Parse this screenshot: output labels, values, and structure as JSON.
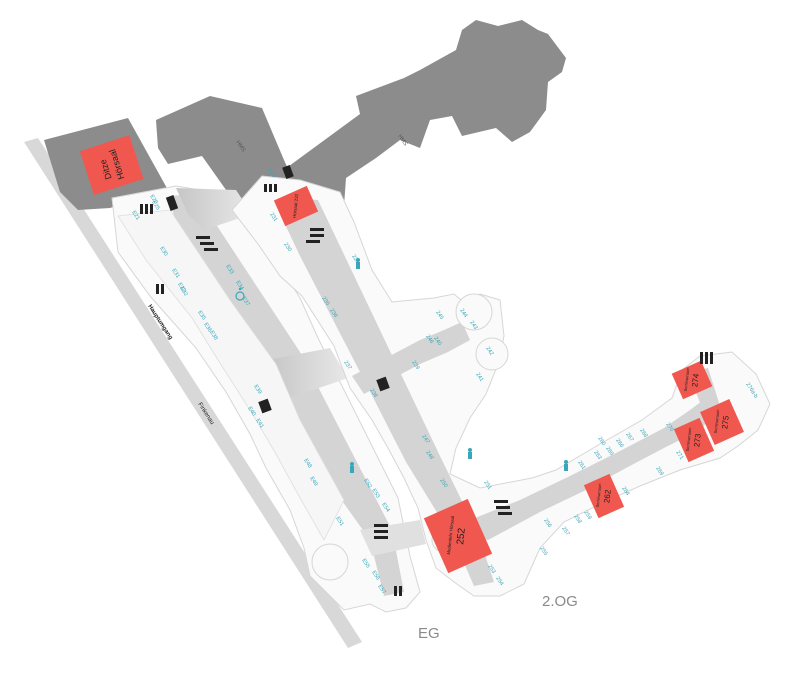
{
  "floor_labels": {
    "ground": "EG",
    "second": "2.OG"
  },
  "streets": {
    "main_walkway": "Hauptumgang",
    "finkenau": "Finkenau"
  },
  "buildings": {
    "hms_west": "HMS",
    "hms_east": "HMS"
  },
  "lecture_halls": {
    "ditze": "Ditze\nHörsaal",
    "h232_label": "Hörsaal 232",
    "h252_label": "Medienlehr Hörsaal",
    "h252_num": "252",
    "h262_label": "Seminarraum",
    "h262_num": "262",
    "h273_label": "Seminarraum",
    "h273_num": "273",
    "h274_label": "Seminarraum",
    "h274_num": "274",
    "h275_label": "Seminarraum",
    "h275_num": "275"
  },
  "rooms": {
    "e20": "E20",
    "e21": "E21",
    "e22": "E22",
    "e25": "E25",
    "e30": "E30",
    "e31": "E31",
    "e32": "E32",
    "e33": "E33",
    "e34": "E34",
    "e35": "E35",
    "e36": "E36",
    "e37": "E37",
    "e38": "E38",
    "e39": "E39",
    "e40": "E40",
    "e41": "E41",
    "e48": "E48",
    "e49": "E49",
    "e51": "E51",
    "e52": "E52",
    "e53": "E53",
    "e54": "E54",
    "e55": "E55",
    "e56": "E56",
    "e57": "E57",
    "r220": "220",
    "r221": "221",
    "r230": "230",
    "r231": "231",
    "r235": "235",
    "r236": "236",
    "r237": "237",
    "r238": "238",
    "r239": "239",
    "r240": "240",
    "r241": "241",
    "r242": "242",
    "r243": "243",
    "r244": "244",
    "r245": "245",
    "r246": "246",
    "r247": "247",
    "r248": "248",
    "r250": "250",
    "r251": "251",
    "r253": "253",
    "r254": "254",
    "r255": "255",
    "r256": "256",
    "r257": "257",
    "r258": "258",
    "r259": "259",
    "r260": "260",
    "r261": "261",
    "r263": "263",
    "r264": "264",
    "r265": "265",
    "r266": "266",
    "r267": "267",
    "r268": "268",
    "r269": "269",
    "r270": "270",
    "r271": "271",
    "r276": "276a-b"
  },
  "colors": {
    "highlight": "#f0574f",
    "building_grey": "#8c8c8c",
    "corridor": "#d4d4d4",
    "room_fill": "#fafafa",
    "label": "#3aa6b9",
    "street": "#d8d8d8"
  }
}
